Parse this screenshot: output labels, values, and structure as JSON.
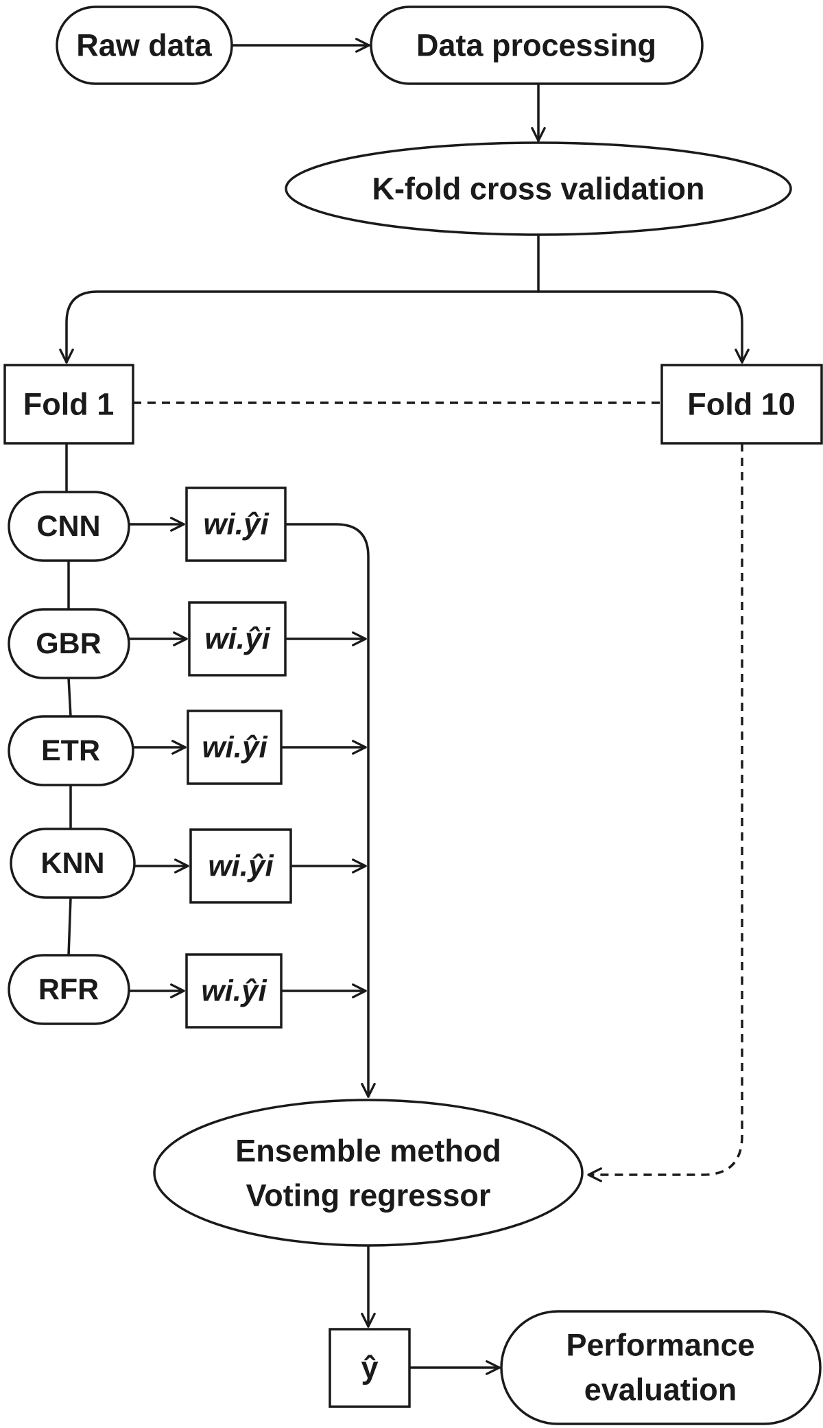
{
  "nodes": {
    "raw_data": "Raw data",
    "data_processing": "Data processing",
    "kfold": "K-fold cross validation",
    "fold1": "Fold 1",
    "fold10": "Fold 10",
    "models": [
      "CNN",
      "GBR",
      "ETR",
      "KNN",
      "RFR"
    ],
    "weighted_prediction": "wi.ŷi",
    "ensemble_line1": "Ensemble method",
    "ensemble_line2": "Voting regressor",
    "y_hat": "ŷ",
    "performance_line1": "Performance",
    "performance_line2": "evaluation"
  }
}
